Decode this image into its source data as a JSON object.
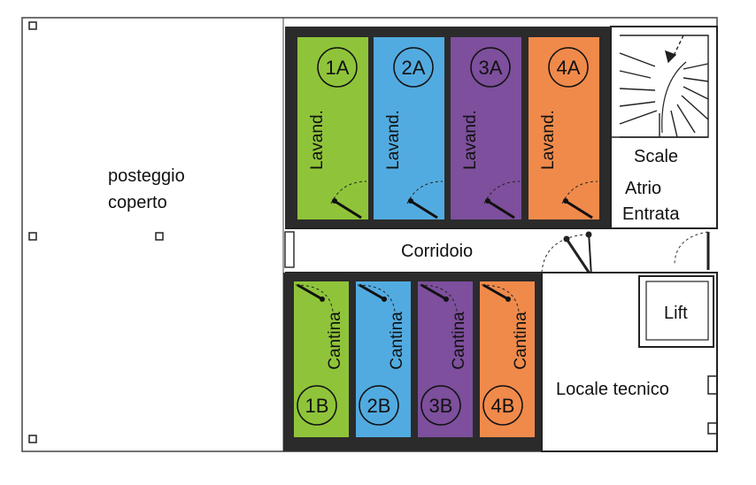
{
  "parking": {
    "line1": "posteggio",
    "line2": "coperto"
  },
  "corridor": "Corridoio",
  "stairs": {
    "line1": "Scale",
    "line2": "Atrio",
    "line3": "Entrata"
  },
  "lift": "Lift",
  "technical_room": "Locale tecnico",
  "laundries": [
    {
      "id": "1A",
      "label": "Lavand.",
      "color": "#8fc43a"
    },
    {
      "id": "2A",
      "label": "Lavand.",
      "color": "#52abe0"
    },
    {
      "id": "3A",
      "label": "Lavand.",
      "color": "#7d4f9c"
    },
    {
      "id": "4A",
      "label": "Lavand.",
      "color": "#f08a4b"
    }
  ],
  "cellars": [
    {
      "id": "1B",
      "label": "Cantina",
      "color": "#8fc43a"
    },
    {
      "id": "2B",
      "label": "Cantina",
      "color": "#52abe0"
    },
    {
      "id": "3B",
      "label": "Cantina",
      "color": "#7d4f9c"
    },
    {
      "id": "4B",
      "label": "Cantina",
      "color": "#f08a4b"
    }
  ],
  "colors": {
    "wall": "#2b2b2b",
    "line": "#222222"
  }
}
